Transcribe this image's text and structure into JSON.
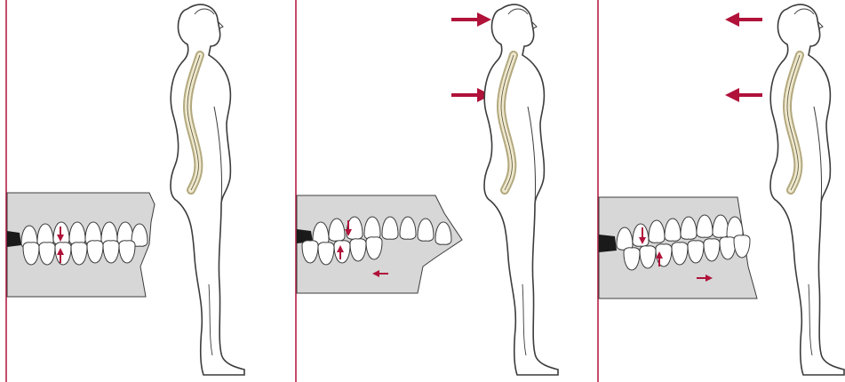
{
  "colors": {
    "accent": "#b0123a",
    "jaw_fill": "#d7d7d7",
    "outline": "#3c3c3c",
    "spine": "#c9c2a2",
    "background": "#ffffff"
  },
  "panels": [
    {
      "id": "neutral",
      "posture_arrows": [],
      "jaw_shift_arrow": "none",
      "bite_force_arrows": [
        "down",
        "up"
      ]
    },
    {
      "id": "forward",
      "posture_arrows": [
        "right",
        "right"
      ],
      "jaw_shift_arrow": "left",
      "bite_force_arrows": [
        "down",
        "up"
      ]
    },
    {
      "id": "backward",
      "posture_arrows": [
        "left",
        "left"
      ],
      "jaw_shift_arrow": "right",
      "bite_force_arrows": [
        "down",
        "up"
      ]
    }
  ]
}
